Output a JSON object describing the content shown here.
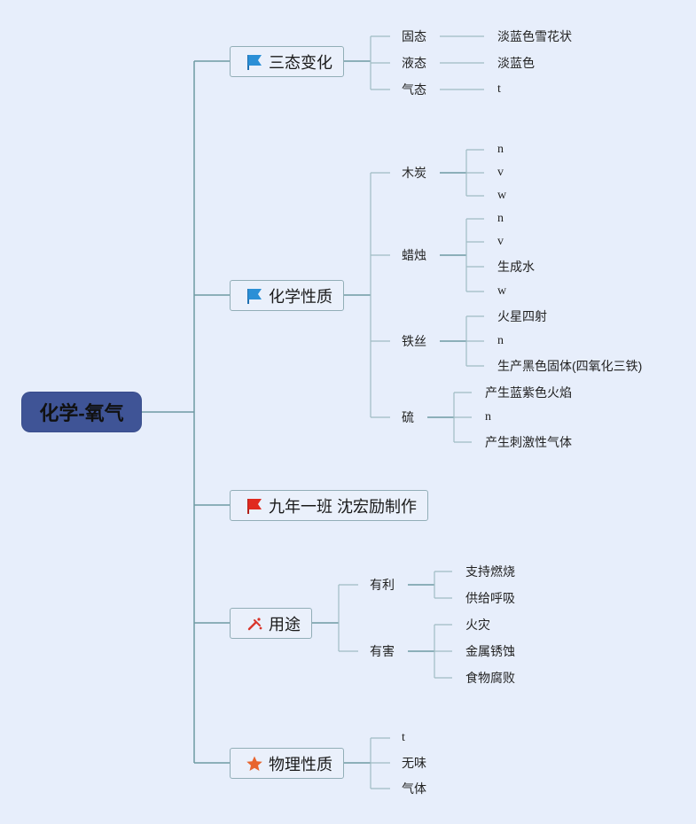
{
  "root": {
    "label": "化学-氧气"
  },
  "branches": [
    {
      "label": "三态变化",
      "icon": "blue-flag-icon",
      "children": [
        {
          "label": "固态",
          "leaves": [
            "淡蓝色雪花状"
          ]
        },
        {
          "label": "液态",
          "leaves": [
            "淡蓝色"
          ]
        },
        {
          "label": "气态",
          "leaves": [
            "t"
          ]
        }
      ]
    },
    {
      "label": "化学性质",
      "icon": "blue-flag-icon",
      "children": [
        {
          "label": "木炭",
          "leaves": [
            "n",
            "v",
            "w"
          ]
        },
        {
          "label": "蜡烛",
          "leaves": [
            "n",
            "v",
            "生成水",
            "w"
          ]
        },
        {
          "label": "铁丝",
          "leaves": [
            "火星四射",
            "n",
            "生产黑色固体(四氧化三铁)"
          ]
        },
        {
          "label": "硫",
          "leaves": [
            "产生蓝紫色火焰",
            "n",
            "产生刺激性气体"
          ]
        }
      ]
    },
    {
      "label": "九年一班 沈宏励制作",
      "icon": "red-flag-icon",
      "children": []
    },
    {
      "label": "用途",
      "icon": "tools-icon",
      "children": [
        {
          "label": "有利",
          "leaves": [
            "支持燃烧",
            "供给呼吸"
          ]
        },
        {
          "label": "有害",
          "leaves": [
            "火灾",
            "金属锈蚀",
            "食物腐败"
          ]
        }
      ]
    },
    {
      "label": "物理性质",
      "icon": "star-icon",
      "children": [
        {
          "label": "t",
          "leaves": []
        },
        {
          "label": "无味",
          "leaves": []
        },
        {
          "label": "气体",
          "leaves": []
        }
      ]
    }
  ],
  "colors": {
    "line": "#9fbcc4",
    "line_dark": "#6f9aa3",
    "root_bg": "#3f5496",
    "background": "#e7eefb"
  }
}
